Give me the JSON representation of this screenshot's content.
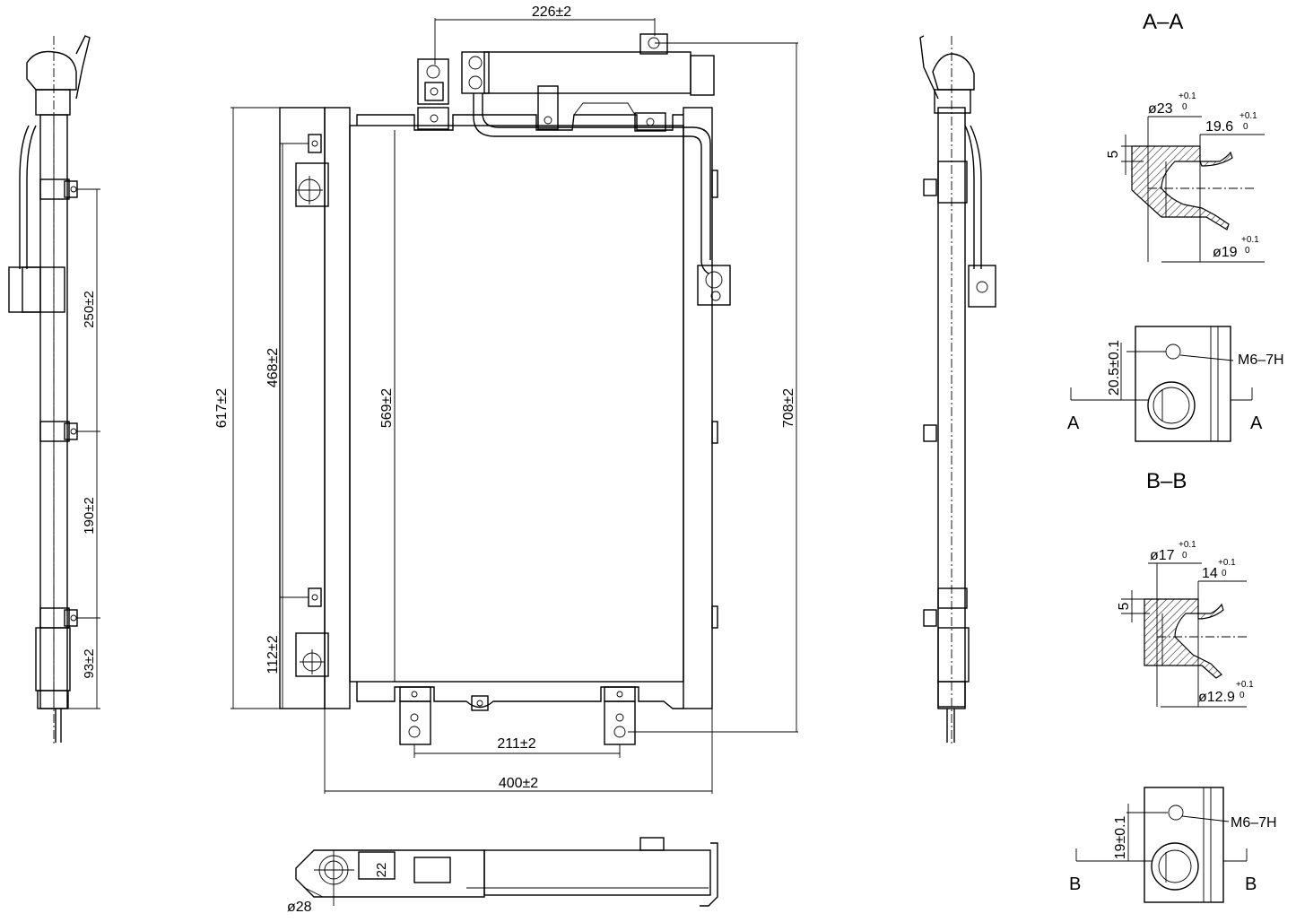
{
  "dimensions": {
    "side_250": "250±2",
    "side_190": "190±2",
    "side_93": "93±2",
    "front_226": "226±2",
    "front_617": "617±2",
    "front_468": "468±2",
    "front_569": "569±2",
    "front_708": "708±2",
    "front_112": "112±2",
    "front_211": "211±2",
    "front_400": "400±2",
    "bottom_22": "22",
    "bottom_d28": "ø28"
  },
  "section_a": {
    "title": "A–A",
    "dia_23": "ø23",
    "tol_23_upper": "+0.1",
    "tol_23_lower": "0",
    "depth_19_6": "19.6",
    "tol_19_6_upper": "+0.1",
    "tol_19_6_lower": "0",
    "step_5": "5",
    "dia_19": "ø19",
    "tol_19_upper": "+0.1",
    "tol_19_lower": "0",
    "hole_offset": "20.5±0.1",
    "thread": "M6–7H",
    "cut_left": "A",
    "cut_right": "A"
  },
  "section_b": {
    "title": "B–B",
    "dia_17": "ø17",
    "tol_17_upper": "+0.1",
    "tol_17_lower": "0",
    "depth_14": "14",
    "tol_14_upper": "+0.1",
    "tol_14_lower": "0",
    "step_5": "5",
    "dia_12_9": "ø12.9",
    "tol_12_9_upper": "+0.1",
    "tol_12_9_lower": "0",
    "hole_offset": "19±0.1",
    "thread": "M6–7H",
    "cut_left": "B",
    "cut_right": "B"
  }
}
